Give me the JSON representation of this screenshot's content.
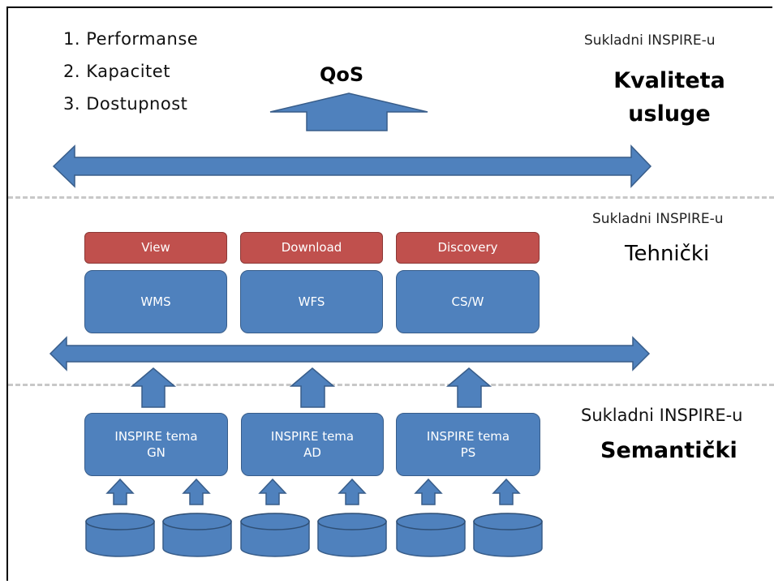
{
  "qos_section": {
    "list": [
      "1. Performanse",
      "2. Kapacitet",
      "3. Dostupnost"
    ],
    "qos_label": "QoS",
    "compliance": "Sukladni INSPIRE-u",
    "title": "Kvaliteta\nusluge"
  },
  "technical_section": {
    "compliance": "Sukladni INSPIRE-u",
    "title": "Tehnički",
    "service_types": [
      "View",
      "Download",
      "Discovery"
    ],
    "services": [
      "WMS",
      "WFS",
      "CS/W"
    ]
  },
  "semantic_section": {
    "compliance": "Sukladni INSPIRE-u",
    "title": "Semantički",
    "themes": [
      "INSPIRE tema\nGN",
      "INSPIRE tema\nAD",
      "INSPIRE tema\nPS"
    ]
  },
  "colors": {
    "blue": "#4f81bd",
    "red": "#c0504d",
    "divider": "#c8c8c8"
  }
}
